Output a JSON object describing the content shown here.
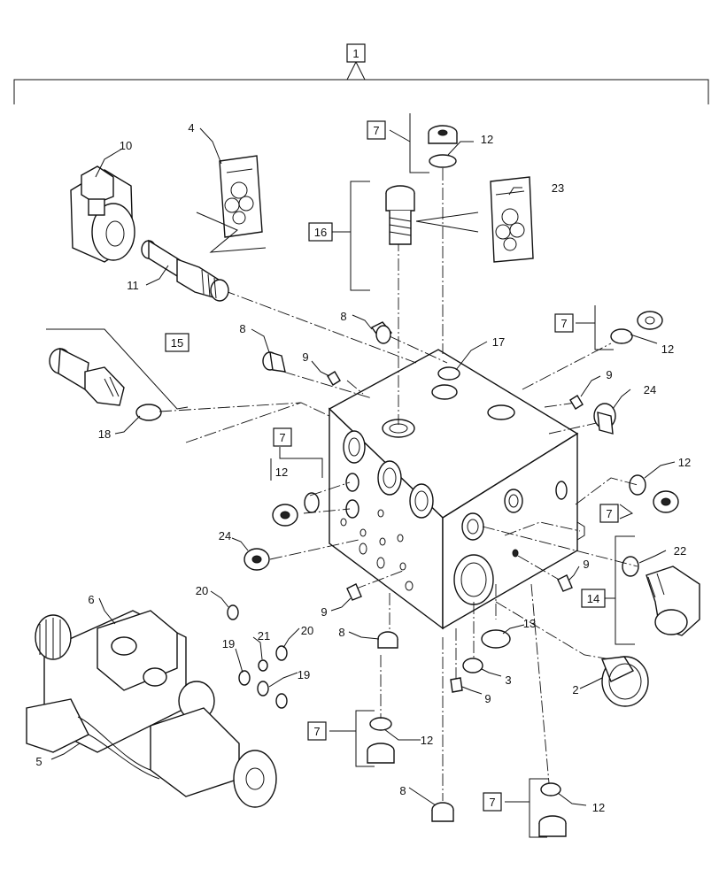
{
  "callouts": [
    {
      "id": "c1",
      "text": "1",
      "boxed": true
    },
    {
      "id": "c4",
      "text": "4",
      "boxed": false
    },
    {
      "id": "c10",
      "text": "10",
      "boxed": false
    },
    {
      "id": "c11",
      "text": "11",
      "boxed": false
    },
    {
      "id": "c7a",
      "text": "7",
      "boxed": true
    },
    {
      "id": "c12a",
      "text": "12",
      "boxed": false
    },
    {
      "id": "c16",
      "text": "16",
      "boxed": true
    },
    {
      "id": "c23",
      "text": "23",
      "boxed": false
    },
    {
      "id": "c8a",
      "text": "8",
      "boxed": false
    },
    {
      "id": "c7b",
      "text": "7",
      "boxed": true
    },
    {
      "id": "c12b",
      "text": "12",
      "boxed": false
    },
    {
      "id": "c8b",
      "text": "8",
      "boxed": false
    },
    {
      "id": "c9a",
      "text": "9",
      "boxed": false
    },
    {
      "id": "c15",
      "text": "15",
      "boxed": true
    },
    {
      "id": "c17",
      "text": "17",
      "boxed": false
    },
    {
      "id": "c9b",
      "text": "9",
      "boxed": false
    },
    {
      "id": "c24a",
      "text": "24",
      "boxed": false
    },
    {
      "id": "c18",
      "text": "18",
      "boxed": false
    },
    {
      "id": "c7c",
      "text": "7",
      "boxed": true
    },
    {
      "id": "c12c",
      "text": "12",
      "boxed": false
    },
    {
      "id": "c12d",
      "text": "12",
      "boxed": false
    },
    {
      "id": "c7d",
      "text": "7",
      "boxed": true
    },
    {
      "id": "c24b",
      "text": "24",
      "boxed": false
    },
    {
      "id": "c22",
      "text": "22",
      "boxed": false
    },
    {
      "id": "c9c",
      "text": "9",
      "boxed": false
    },
    {
      "id": "c14",
      "text": "14",
      "boxed": true
    },
    {
      "id": "c20a",
      "text": "20",
      "boxed": false
    },
    {
      "id": "c6",
      "text": "6",
      "boxed": false
    },
    {
      "id": "c9d",
      "text": "9",
      "boxed": false
    },
    {
      "id": "c13",
      "text": "13",
      "boxed": false
    },
    {
      "id": "c8c",
      "text": "8",
      "boxed": false
    },
    {
      "id": "c21",
      "text": "21",
      "boxed": false
    },
    {
      "id": "c20b",
      "text": "20",
      "boxed": false
    },
    {
      "id": "c19a",
      "text": "19",
      "boxed": false
    },
    {
      "id": "c19b",
      "text": "19",
      "boxed": false
    },
    {
      "id": "c3",
      "text": "3",
      "boxed": false
    },
    {
      "id": "c2",
      "text": "2",
      "boxed": false
    },
    {
      "id": "c9e",
      "text": "9",
      "boxed": false
    },
    {
      "id": "c7e",
      "text": "7",
      "boxed": true
    },
    {
      "id": "c12e",
      "text": "12",
      "boxed": false
    },
    {
      "id": "c5",
      "text": "5",
      "boxed": false
    },
    {
      "id": "c8d",
      "text": "8",
      "boxed": false
    },
    {
      "id": "c7f",
      "text": "7",
      "boxed": true
    },
    {
      "id": "c12f",
      "text": "12",
      "boxed": false
    }
  ]
}
